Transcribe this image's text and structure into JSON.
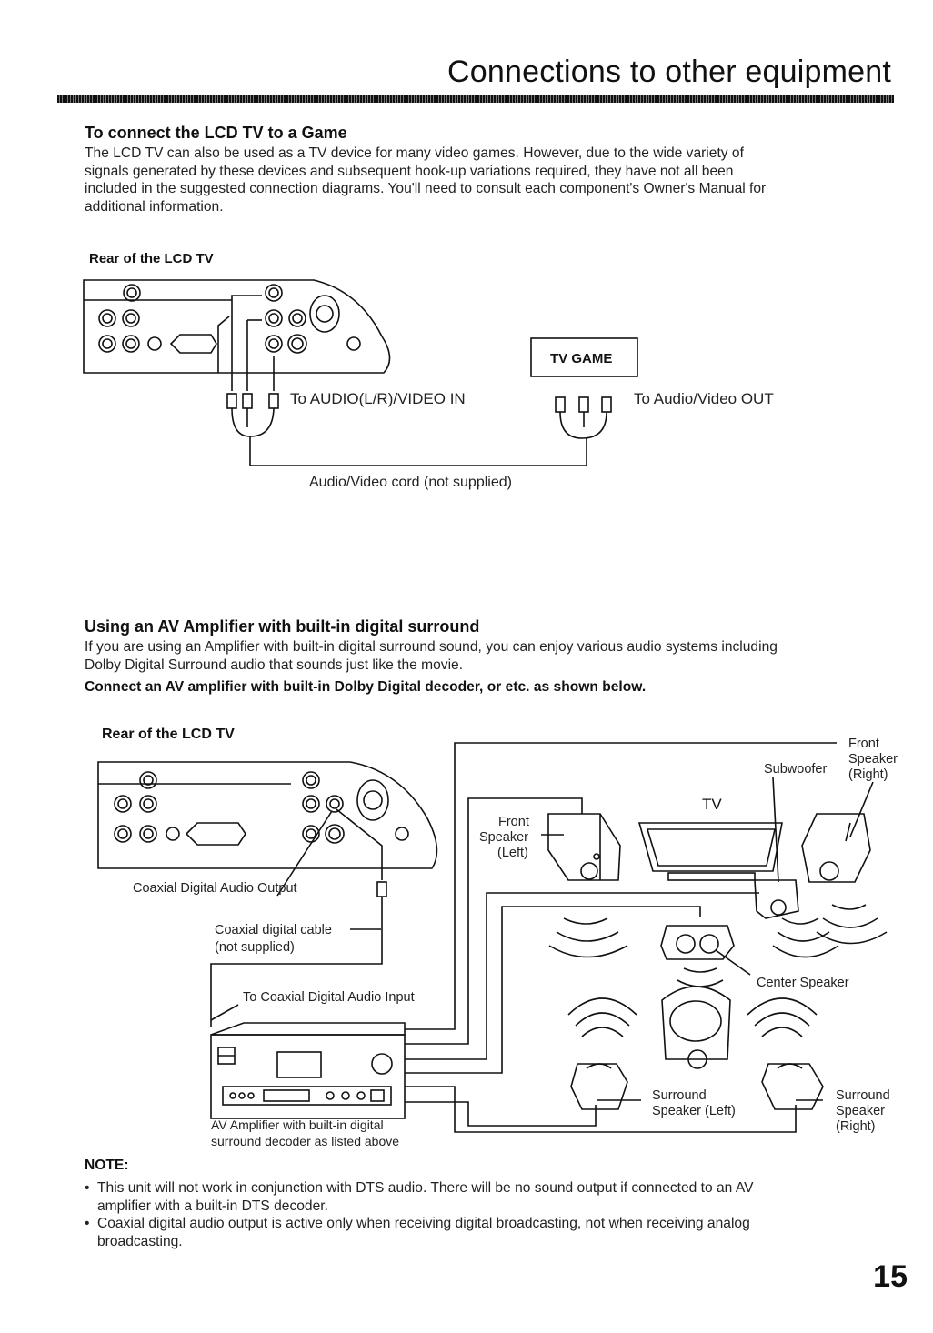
{
  "page_title": "Connections to other equipment",
  "section_game": {
    "heading": "To connect the LCD TV to a Game",
    "paragraph": [
      "The LCD TV can also be used as a TV device for many video games. However, due to the wide variety of",
      "signals generated by these devices and subsequent hook-up variations required, they have not all been",
      "included in the suggested connection diagrams. You'll need to consult each component's Owner's Manual for",
      "additional information."
    ],
    "diagram": {
      "rear_label": "Rear of the LCD TV",
      "device_label": "TV GAME",
      "to_av_in": "To AUDIO(L/R)/VIDEO IN",
      "to_av_out": "To Audio/Video OUT",
      "cord_label": "Audio/Video cord (not supplied)"
    }
  },
  "section_amp": {
    "heading": "Using an AV Amplifier with built-in digital surround",
    "paragraph": [
      "If you are using an Amplifier with built-in digital surround sound, you can enjoy various audio systems including",
      "Dolby Digital Surround audio that sounds just like the movie."
    ],
    "instruction": "Connect an AV amplifier with built-in Dolby Digital decoder, or etc. as shown below.",
    "diagram": {
      "rear_label": "Rear of the LCD TV",
      "coax_output": "Coaxial Digital Audio Output",
      "coax_cable": [
        "Coaxial digital cable",
        "(not supplied)"
      ],
      "coax_input": "To Coaxial Digital Audio Input",
      "amp_caption": [
        "AV Amplifier with built-in digital",
        "surround decoder as listed above"
      ],
      "front_left": [
        "Front",
        "Speaker",
        "(Left)"
      ],
      "front_right": [
        "Front",
        "Speaker",
        "(Right)"
      ],
      "subwoofer": "Subwoofer",
      "tv": "TV",
      "center": "Center Speaker",
      "surround_left": [
        "Surround",
        "Speaker (Left)"
      ],
      "surround_right": [
        "Surround",
        "Speaker",
        "(Right)"
      ]
    }
  },
  "note": {
    "heading": "NOTE:",
    "items": [
      [
        "This unit will not work in conjunction with DTS audio. There will be no sound output if connected to an AV",
        "amplifier with a built-in DTS decoder."
      ],
      [
        "Coaxial digital audio output is active only when receiving digital broadcasting, not when receiving analog",
        "broadcasting."
      ]
    ]
  },
  "page_number": "15"
}
